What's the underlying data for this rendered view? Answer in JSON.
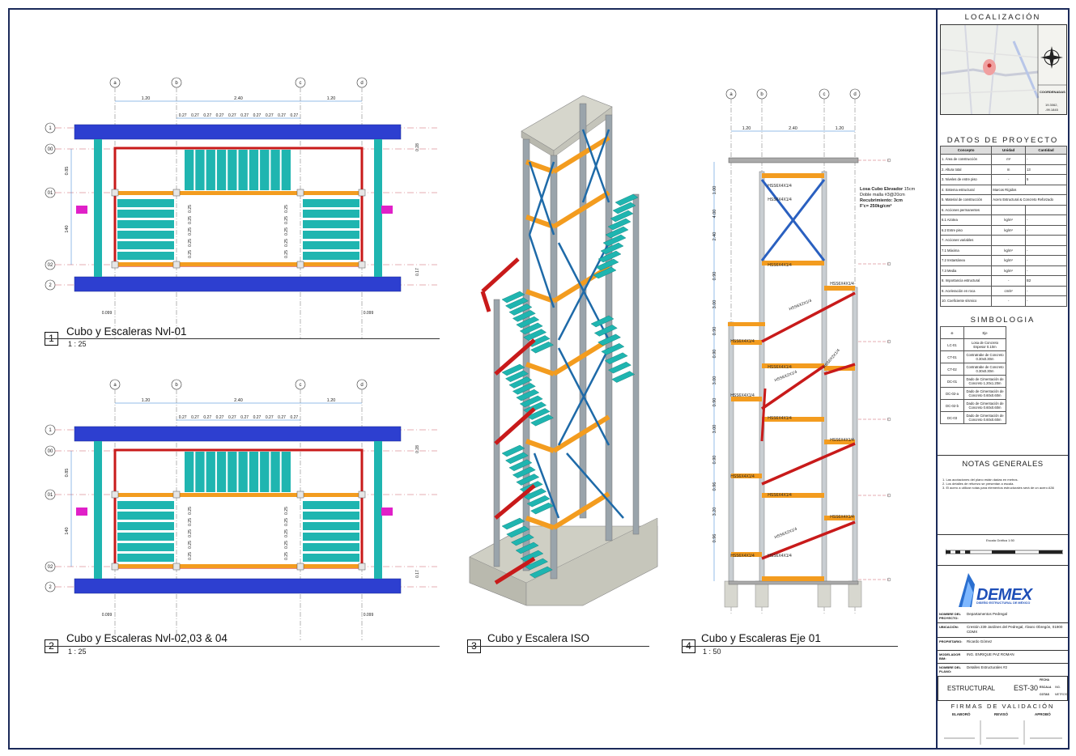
{
  "views": [
    {
      "num": "1",
      "title": "Cubo y Escaleras Nvl-01",
      "scale": "1 : 25"
    },
    {
      "num": "2",
      "title": "Cubo y Escaleras Nvl-02,03 & 04",
      "scale": "1 : 25"
    },
    {
      "num": "3",
      "title": "Cubo y Escalera ISO",
      "scale": ""
    },
    {
      "num": "4",
      "title": "Cubo y Escaleras Eje 01",
      "scale": "1 : 50"
    }
  ],
  "grid": {
    "cols": [
      "a",
      "b",
      "c",
      "d"
    ],
    "rows": [
      "1",
      "00",
      "01",
      "02",
      "2"
    ],
    "dims_top": [
      "1.20",
      "2.40",
      "1.20"
    ],
    "sub_dims": [
      "0.27",
      "0.27",
      "0.27",
      "0.27",
      "0.27",
      "0.27",
      "0.27",
      "0.27",
      "0.27",
      "0.27"
    ],
    "dims_left": [
      "0.85",
      "140"
    ],
    "side_dims": [
      "0.28",
      "0.17"
    ],
    "bottom_dims": [
      "0.099",
      "0.099"
    ],
    "spacing": "0.25"
  },
  "elevation": {
    "heights": [
      "1.00",
      "4.00",
      "2.40",
      "0.90",
      "3.00",
      "0.90",
      "0.90",
      "3.00",
      "0.90",
      "3.00",
      "0.90",
      "0.96",
      "3.20",
      "0.96"
    ],
    "member": "HSS6X4X1/4",
    "member_diag": "HSS6X2X1/4",
    "losa": {
      "title": "Losa Cubo Elevador",
      "thk": "15cm",
      "line2": "Doble malla #3@20cm",
      "line3": "Recubrimiento: 3cm",
      "line4": "F'c= 250kg/cm²"
    }
  },
  "panel": {
    "localizacion": "LOCALIZACIÓN",
    "coords_label": "COORDENADAS",
    "coords": [
      "19.3062,",
      "-99.1845"
    ],
    "datos": "DATOS DE PROYECTO",
    "datos_head": [
      "Concepto",
      "Unidad",
      "Cantidad"
    ],
    "datos_rows": [
      [
        "1. Área de construcción",
        "m²",
        "-"
      ],
      [
        "2. Altura total",
        "m",
        "13"
      ],
      [
        "3. Niveles de entre piso",
        "-",
        "5"
      ],
      [
        "4. Sistema estructural",
        "Marcos Rígidos",
        ""
      ],
      [
        "5. Material de construcción",
        "Acero Estructural & Concreto Reforzado",
        ""
      ],
      [
        "6. Acciones permanentes",
        "",
        ""
      ],
      [
        "6.1 Azotea",
        "kg/m²",
        "-"
      ],
      [
        "6.2 Entre piso",
        "kg/m²",
        "-"
      ],
      [
        "7. Acciones variables",
        "",
        ""
      ],
      [
        "7.1 Máxima",
        "kg/m²",
        "-"
      ],
      [
        "7.2 Instantánea",
        "kg/m²",
        "-"
      ],
      [
        "7.3 Media",
        "kg/m²",
        "-"
      ],
      [
        "8. Importancia estructural",
        "-",
        "B2"
      ],
      [
        "9. Aceleración en roca",
        "cm/s²",
        "-"
      ],
      [
        "10. Coeficiente sísmico",
        "-",
        "-"
      ]
    ],
    "simbologia": "SIMBOLOGIA",
    "simb_rows": [
      [
        "Eje",
        ""
      ],
      [
        "LC-01",
        "Losa de Concreto Espesor 0.10m"
      ],
      [
        "CT-01",
        "Contratrabe de Concreto 0.30x0.30m"
      ],
      [
        "CT-02",
        "Contratrabe de Concreto 0.30x0.30m"
      ],
      [
        "DC-01",
        "Dado de Cimentación de Concreto 1.20x1.20m"
      ],
      [
        "DC-02-a",
        "Dado de Cimentación de Concreto 0.60x0.60m"
      ],
      [
        "DC-02-b",
        "Dado de Cimentación de Concreto 0.60x0.60m"
      ],
      [
        "DC-03",
        "Dado de Cimentación de Concreto 0.60x0.60m"
      ]
    ],
    "notas": "NOTAS GENERALES",
    "notas_list": [
      "1. Las acotaciones del plano están dadas en metros.",
      "2. Los detalles de refuerzo se presentan a escala.",
      "3. El acero a utilizar notas para elementos estructurales será de un acero A36"
    ],
    "escala": "Escala Gráfica 1:50",
    "logo": "DEMEX",
    "logo_sub": "DISEÑO ESTRUCTURAL DE MÉXICO",
    "info": [
      [
        "NOMBRE DEL PROYECTO:",
        "Departamentos Pedregal"
      ],
      [
        "UBICACIÓN:",
        "Crestón 239 Jardines del Pedregal, Álvaro Obregón, 01900 CDMX"
      ],
      [
        "PROPIETARIO:",
        "Ricardo Gómez"
      ],
      [
        "MODELADOR BIM:",
        "ING. ENRIQUE PAZ ROMAN"
      ],
      [
        "NOMBRE DEL PLANO:",
        "Detalles Estructurales #2"
      ]
    ],
    "disc": "ESTRUCTURAL",
    "clave": "EST-30",
    "fecha": "FECHA",
    "escala2": "ESCALA",
    "cotas": "COTAS",
    "ind": "IND.",
    "metros": "METROS",
    "firmas": "FIRMAS DE VALIDACIÓN",
    "firmas_cols": [
      "ELABORÓ",
      "REVISÓ",
      "APROBÓ"
    ]
  },
  "colors": {
    "blue": "#2d3fd0",
    "cyan": "#1fb5b0",
    "orange": "#f39c1f",
    "red": "#c81a1a",
    "magenta": "#e020c8",
    "steel": "#9aa4ab",
    "concrete": "#cfcfc4"
  }
}
